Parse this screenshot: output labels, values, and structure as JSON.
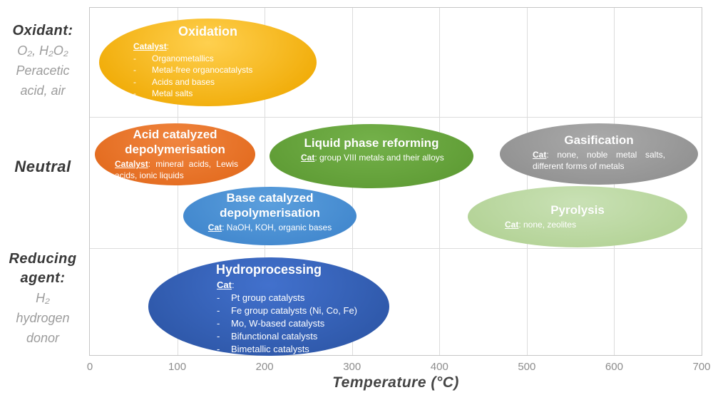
{
  "figure": {
    "bullet_char": "-",
    "colors": {
      "border": "#c6c6c6",
      "grid": "#dcdcdc",
      "tick_text": "#8c8c8c",
      "axis_title": "#454545",
      "label_dark": "#383838",
      "label_light": "#9c9c9c",
      "ellipse_text": "#ffffff"
    },
    "axis": {
      "title": "Temperature (°C)",
      "tick_labels": [
        "0",
        "100",
        "200",
        "300",
        "400",
        "500",
        "600",
        "700"
      ]
    },
    "row_labels": [
      {
        "title": "Oxidant:",
        "sub": [
          "O₂, H₂O₂",
          "Peracetic",
          "acid, air"
        ]
      },
      {
        "title": "Neutral",
        "sub": []
      },
      {
        "title": "Reducing agent:",
        "sub": [
          "H₂",
          "hydrogen",
          "donor"
        ]
      }
    ]
  },
  "ellipses": [
    {
      "id": "oxidation",
      "title": "Oxidation",
      "cat_label": "Catalyst",
      "cat_rest": ":",
      "bullets": [
        "Organometallics",
        "Metal-free organocatalysts",
        "Acids and bases",
        "Metal salts"
      ],
      "fill_light": "#ffd04f",
      "fill_dark": "#efa800",
      "row": "Oxidant"
    },
    {
      "id": "acid-catalyzed-depolymerisation",
      "title": "Acid catalyzed depolymerisation",
      "cat_label": "Catalyst",
      "cat_rest": ": mineral acids, Lewis acids, ionic liquids",
      "bullets": [],
      "fill_light": "#f0853f",
      "fill_dark": "#e2691c",
      "row": "Neutral"
    },
    {
      "id": "liquid-phase-reforming",
      "title": "Liquid phase reforming",
      "cat_label": "Cat",
      "cat_rest": ": group VIII metals and their alloys",
      "bullets": [],
      "fill_light": "#74b14a",
      "fill_dark": "#5d9a33",
      "row": "Neutral"
    },
    {
      "id": "gasification",
      "title": "Gasification",
      "cat_label": "Cat",
      "cat_rest": ": none, noble metal salts, different forms of metals",
      "bullets": [],
      "fill_light": "#aaaaaa",
      "fill_dark": "#8f8f8f",
      "row": "Neutral"
    },
    {
      "id": "base-catalyzed-depolymerisation",
      "title": "Base catalyzed depolymerisation",
      "cat_label": "Cat",
      "cat_rest": ": NaOH, KOH, organic bases",
      "bullets": [],
      "fill_light": "#5b9fdd",
      "fill_dark": "#3f85cc",
      "row": "Neutral"
    },
    {
      "id": "pyrolysis",
      "title": "Pyrolysis",
      "cat_label": "Cat",
      "cat_rest": ": none, zeolites",
      "bullets": [],
      "fill_light": "#c9e1b5",
      "fill_dark": "#b1d193",
      "row": "Neutral"
    },
    {
      "id": "hydroprocessing",
      "title": "Hydroprocessing",
      "cat_label": "Cat",
      "cat_rest": ":",
      "bullets": [
        "Pt group catalysts",
        "Fe group catalysts (Ni, Co, Fe)",
        "Mo, W-based catalysts",
        "Bifunctional catalysts",
        "Bimetallic catalysts"
      ],
      "fill_light": "#4271cd",
      "fill_dark": "#2c55a5",
      "row": "Reducing agent"
    }
  ],
  "chart_data": {
    "type": "range",
    "title": "",
    "xlabel": "Temperature (°C)",
    "xlim": [
      0,
      700
    ],
    "x_ticks": [
      0,
      100,
      200,
      300,
      400,
      500,
      600,
      700
    ],
    "grid": true,
    "rows": [
      "Oxidant: O₂, H₂O₂, Peracetic acid, air",
      "Neutral",
      "Reducing agent: H₂, hydrogen donor"
    ],
    "series": [
      {
        "name": "Oxidation",
        "row": "Oxidant",
        "temp_range_c": [
          10,
          260
        ]
      },
      {
        "name": "Acid catalyzed depolymerisation",
        "row": "Neutral",
        "temp_range_c": [
          5,
          190
        ]
      },
      {
        "name": "Liquid phase reforming",
        "row": "Neutral",
        "temp_range_c": [
          205,
          440
        ]
      },
      {
        "name": "Gasification",
        "row": "Neutral",
        "temp_range_c": [
          470,
          695
        ]
      },
      {
        "name": "Base catalyzed depolymerisation",
        "row": "Neutral",
        "temp_range_c": [
          105,
          305
        ]
      },
      {
        "name": "Pyrolysis",
        "row": "Neutral",
        "temp_range_c": [
          430,
          680
        ]
      },
      {
        "name": "Hydroprocessing",
        "row": "Reducing agent",
        "temp_range_c": [
          65,
          340
        ]
      }
    ]
  }
}
